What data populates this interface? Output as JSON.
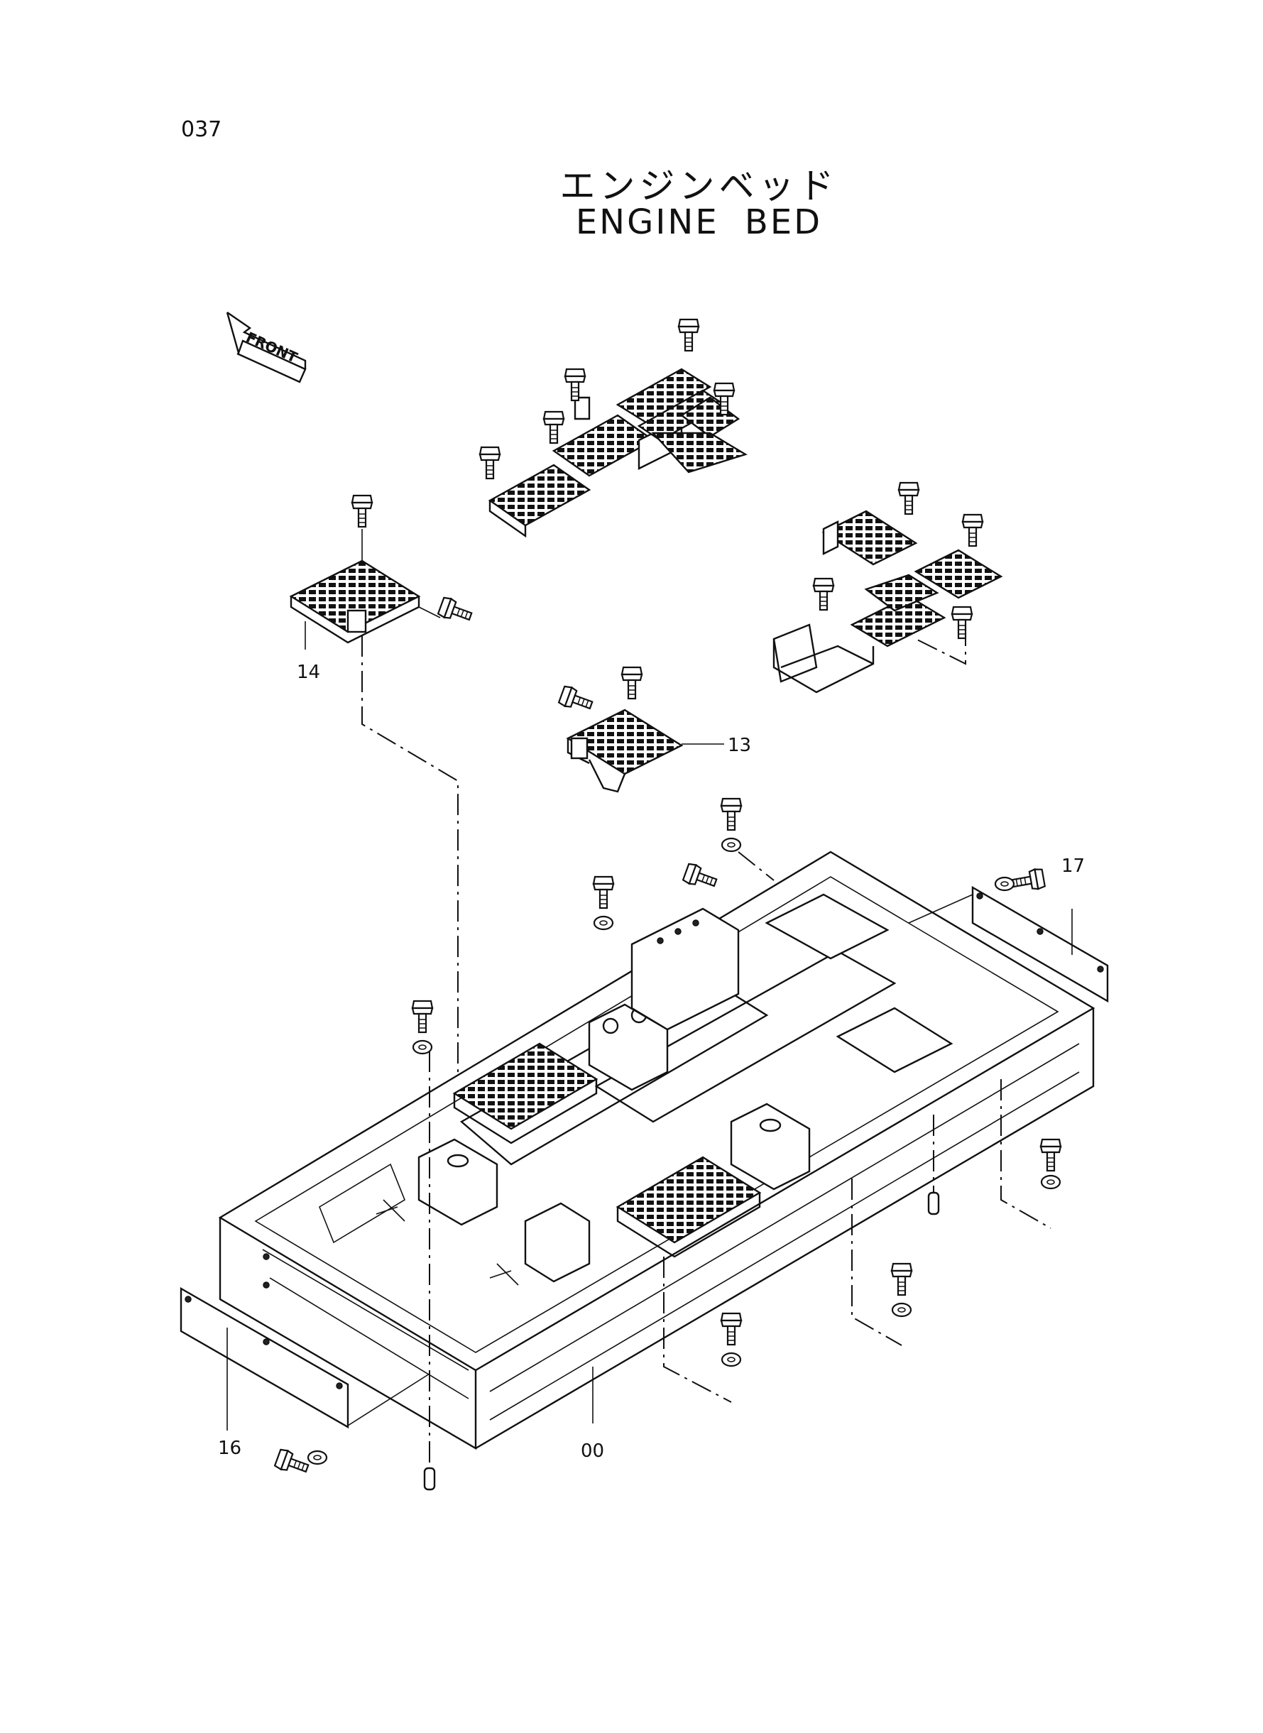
{
  "page_number": "037",
  "title_jp": "エンジンベッド",
  "title_en": "ENGINE BED",
  "front_indicator": "FRONT",
  "callouts": {
    "c13": "13",
    "c14": "14",
    "c16": "16",
    "c17": "17",
    "c00": "00"
  }
}
